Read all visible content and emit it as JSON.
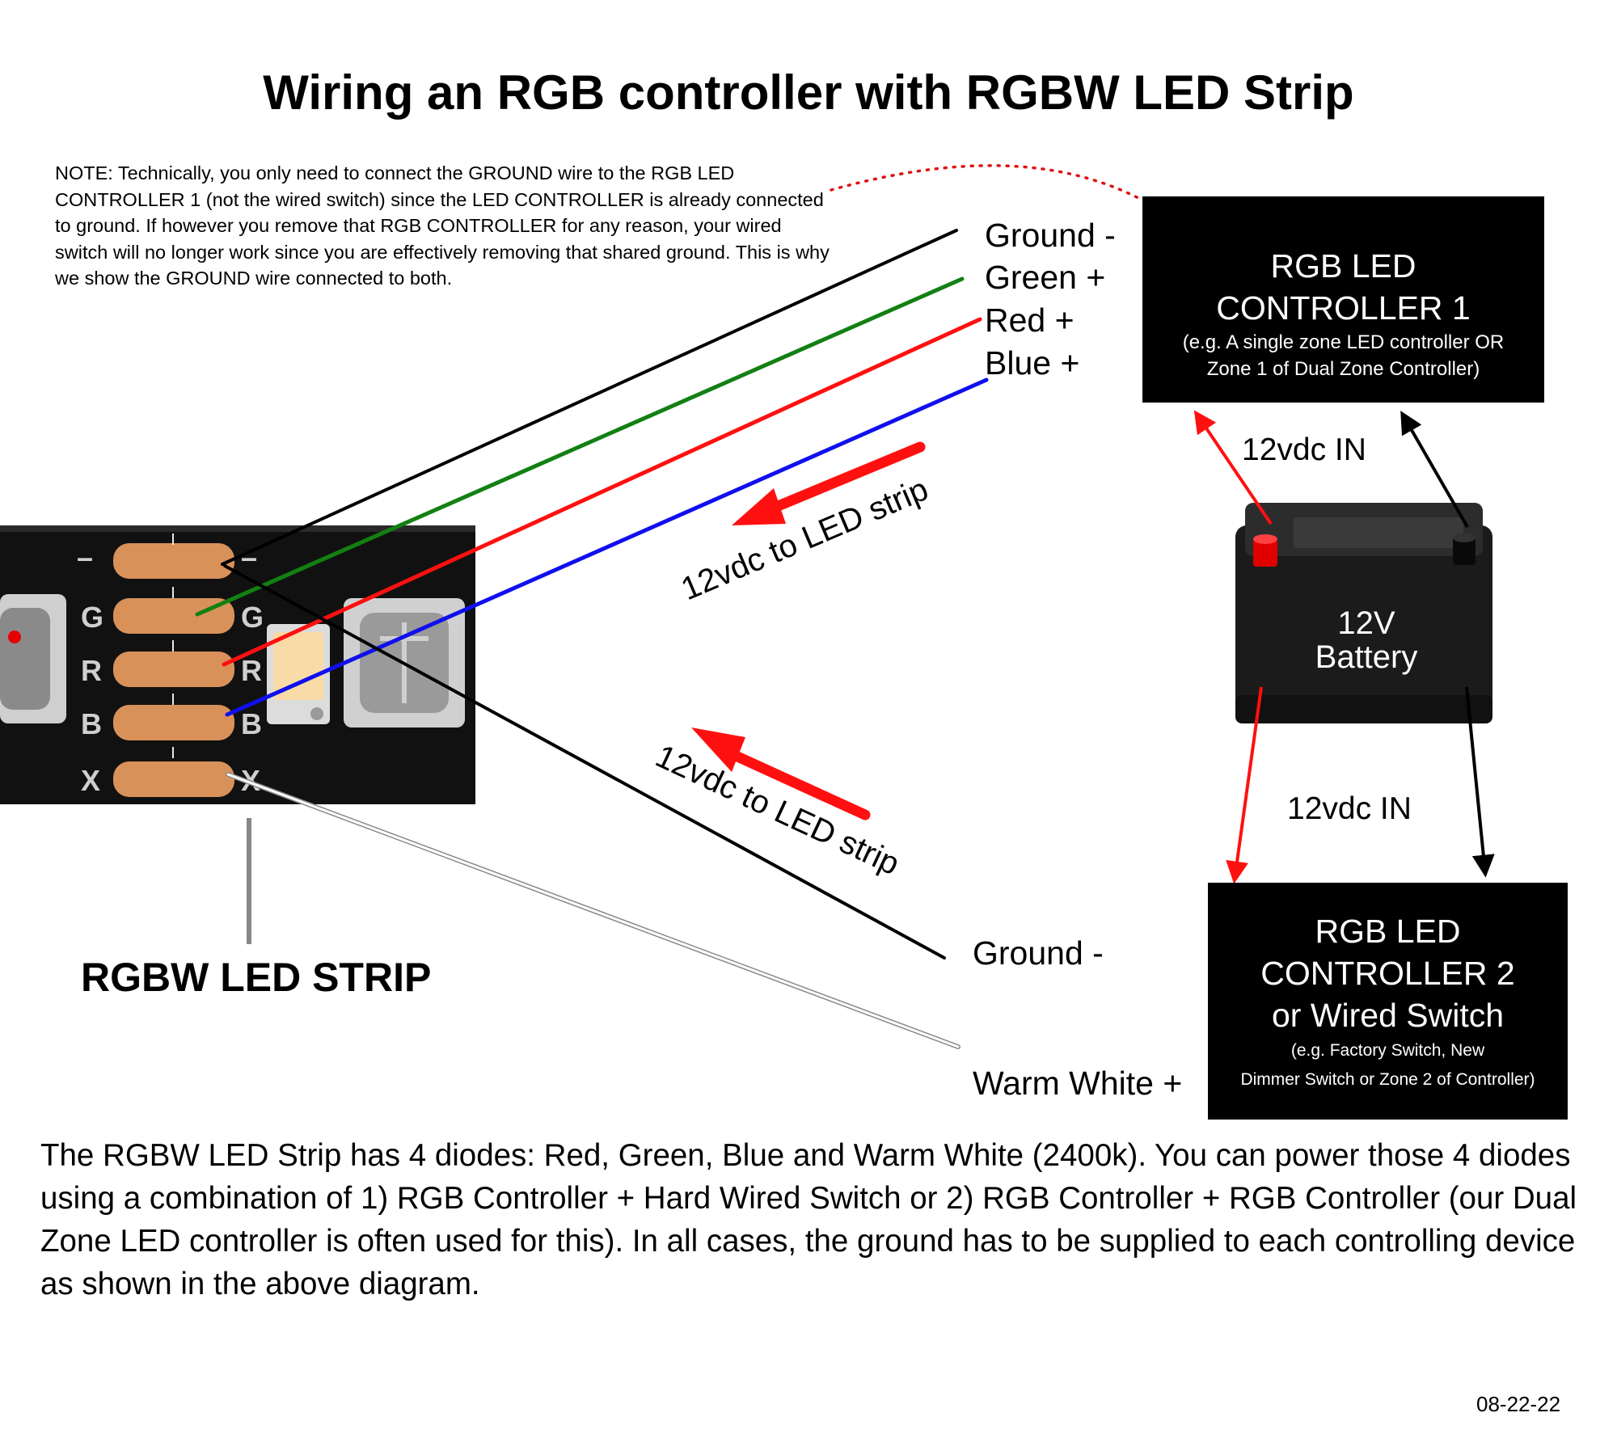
{
  "title": "Wiring an RGB controller with RGBW LED Strip",
  "note": "NOTE:  Technically, you only need to connect the GROUND wire to the RGB LED CONTROLLER 1 (not the wired switch) since the LED CONTROLLER is already connected to ground.  If however you remove that RGB CONTROLLER for any reason, your wired switch will no longer work since you are effectively removing that shared ground.  This is why we show the GROUND wire connected to both.",
  "wire_labels": {
    "ground_top": "Ground -",
    "green": "Green +",
    "red": "Red +",
    "blue": "Blue +",
    "ground_bottom": "Ground -",
    "warm_white": "Warm White +"
  },
  "controller1": {
    "line1": "RGB LED",
    "line2": "CONTROLLER 1",
    "line3": "(e.g. A single zone LED controller OR",
    "line4": "Zone 1 of Dual Zone Controller)"
  },
  "controller2": {
    "line1": "RGB LED",
    "line2": "CONTROLLER 2",
    "line3": "or Wired Switch",
    "line4": "(e.g. Factory Switch, New",
    "line5": "Dimmer Switch or Zone 2 of Controller)"
  },
  "power_in_top": "12vdc  IN",
  "power_in_bottom": "12vdc  IN",
  "arrow_label_top": "12vdc to LED strip",
  "arrow_label_bottom": "12vdc to LED strip",
  "battery": {
    "line1": "12V",
    "line2": "Battery"
  },
  "pad_letters": [
    "G",
    "R",
    "B",
    "X"
  ],
  "strip_label": "RGBW LED STRIP",
  "description": "The RGBW LED Strip has 4 diodes:  Red, Green, Blue and Warm White (2400k).  You can power those 4 diodes using a combination of 1)   RGB Controller + Hard Wired Switch or 2) RGB Controller + RGB Controller (our Dual Zone LED controller is often used for this).  In all cases, the ground has to be supplied to each controlling device as shown in the above diagram.",
  "date": "08-22-22",
  "colors": {
    "ground": "#000000",
    "green": "#128012",
    "red": "#ff1010",
    "blue": "#1010ee",
    "pad": "#d9915a",
    "strip": "#111111"
  }
}
